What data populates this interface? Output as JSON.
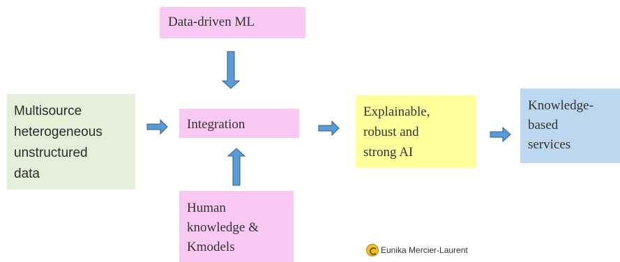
{
  "nodes": {
    "data_driven_ml": "Data-driven ML",
    "multisource": "Multisource\nheterogeneous\nunstructured\ndata",
    "integration": "Integration",
    "explainable_ai": "Explainable,\nrobust and\nstrong AI",
    "knowledge_services": "Knowledge-\nbased\nservices",
    "human_knowledge": "Human\nknowledge  &\nKmodels"
  },
  "credit": "Eunika Mercier-Laurent",
  "colors": {
    "pink": "#f9c9f4",
    "green": "#e2f0d9",
    "yellow": "#ffff99",
    "blue": "#bdd7ee",
    "arrow_fill": "#5b9bd5",
    "arrow_stroke": "#2e5f8a"
  },
  "edges": [
    {
      "from": "data_driven_ml",
      "to": "integration"
    },
    {
      "from": "multisource",
      "to": "integration"
    },
    {
      "from": "human_knowledge",
      "to": "integration"
    },
    {
      "from": "integration",
      "to": "explainable_ai"
    },
    {
      "from": "explainable_ai",
      "to": "knowledge_services"
    }
  ]
}
